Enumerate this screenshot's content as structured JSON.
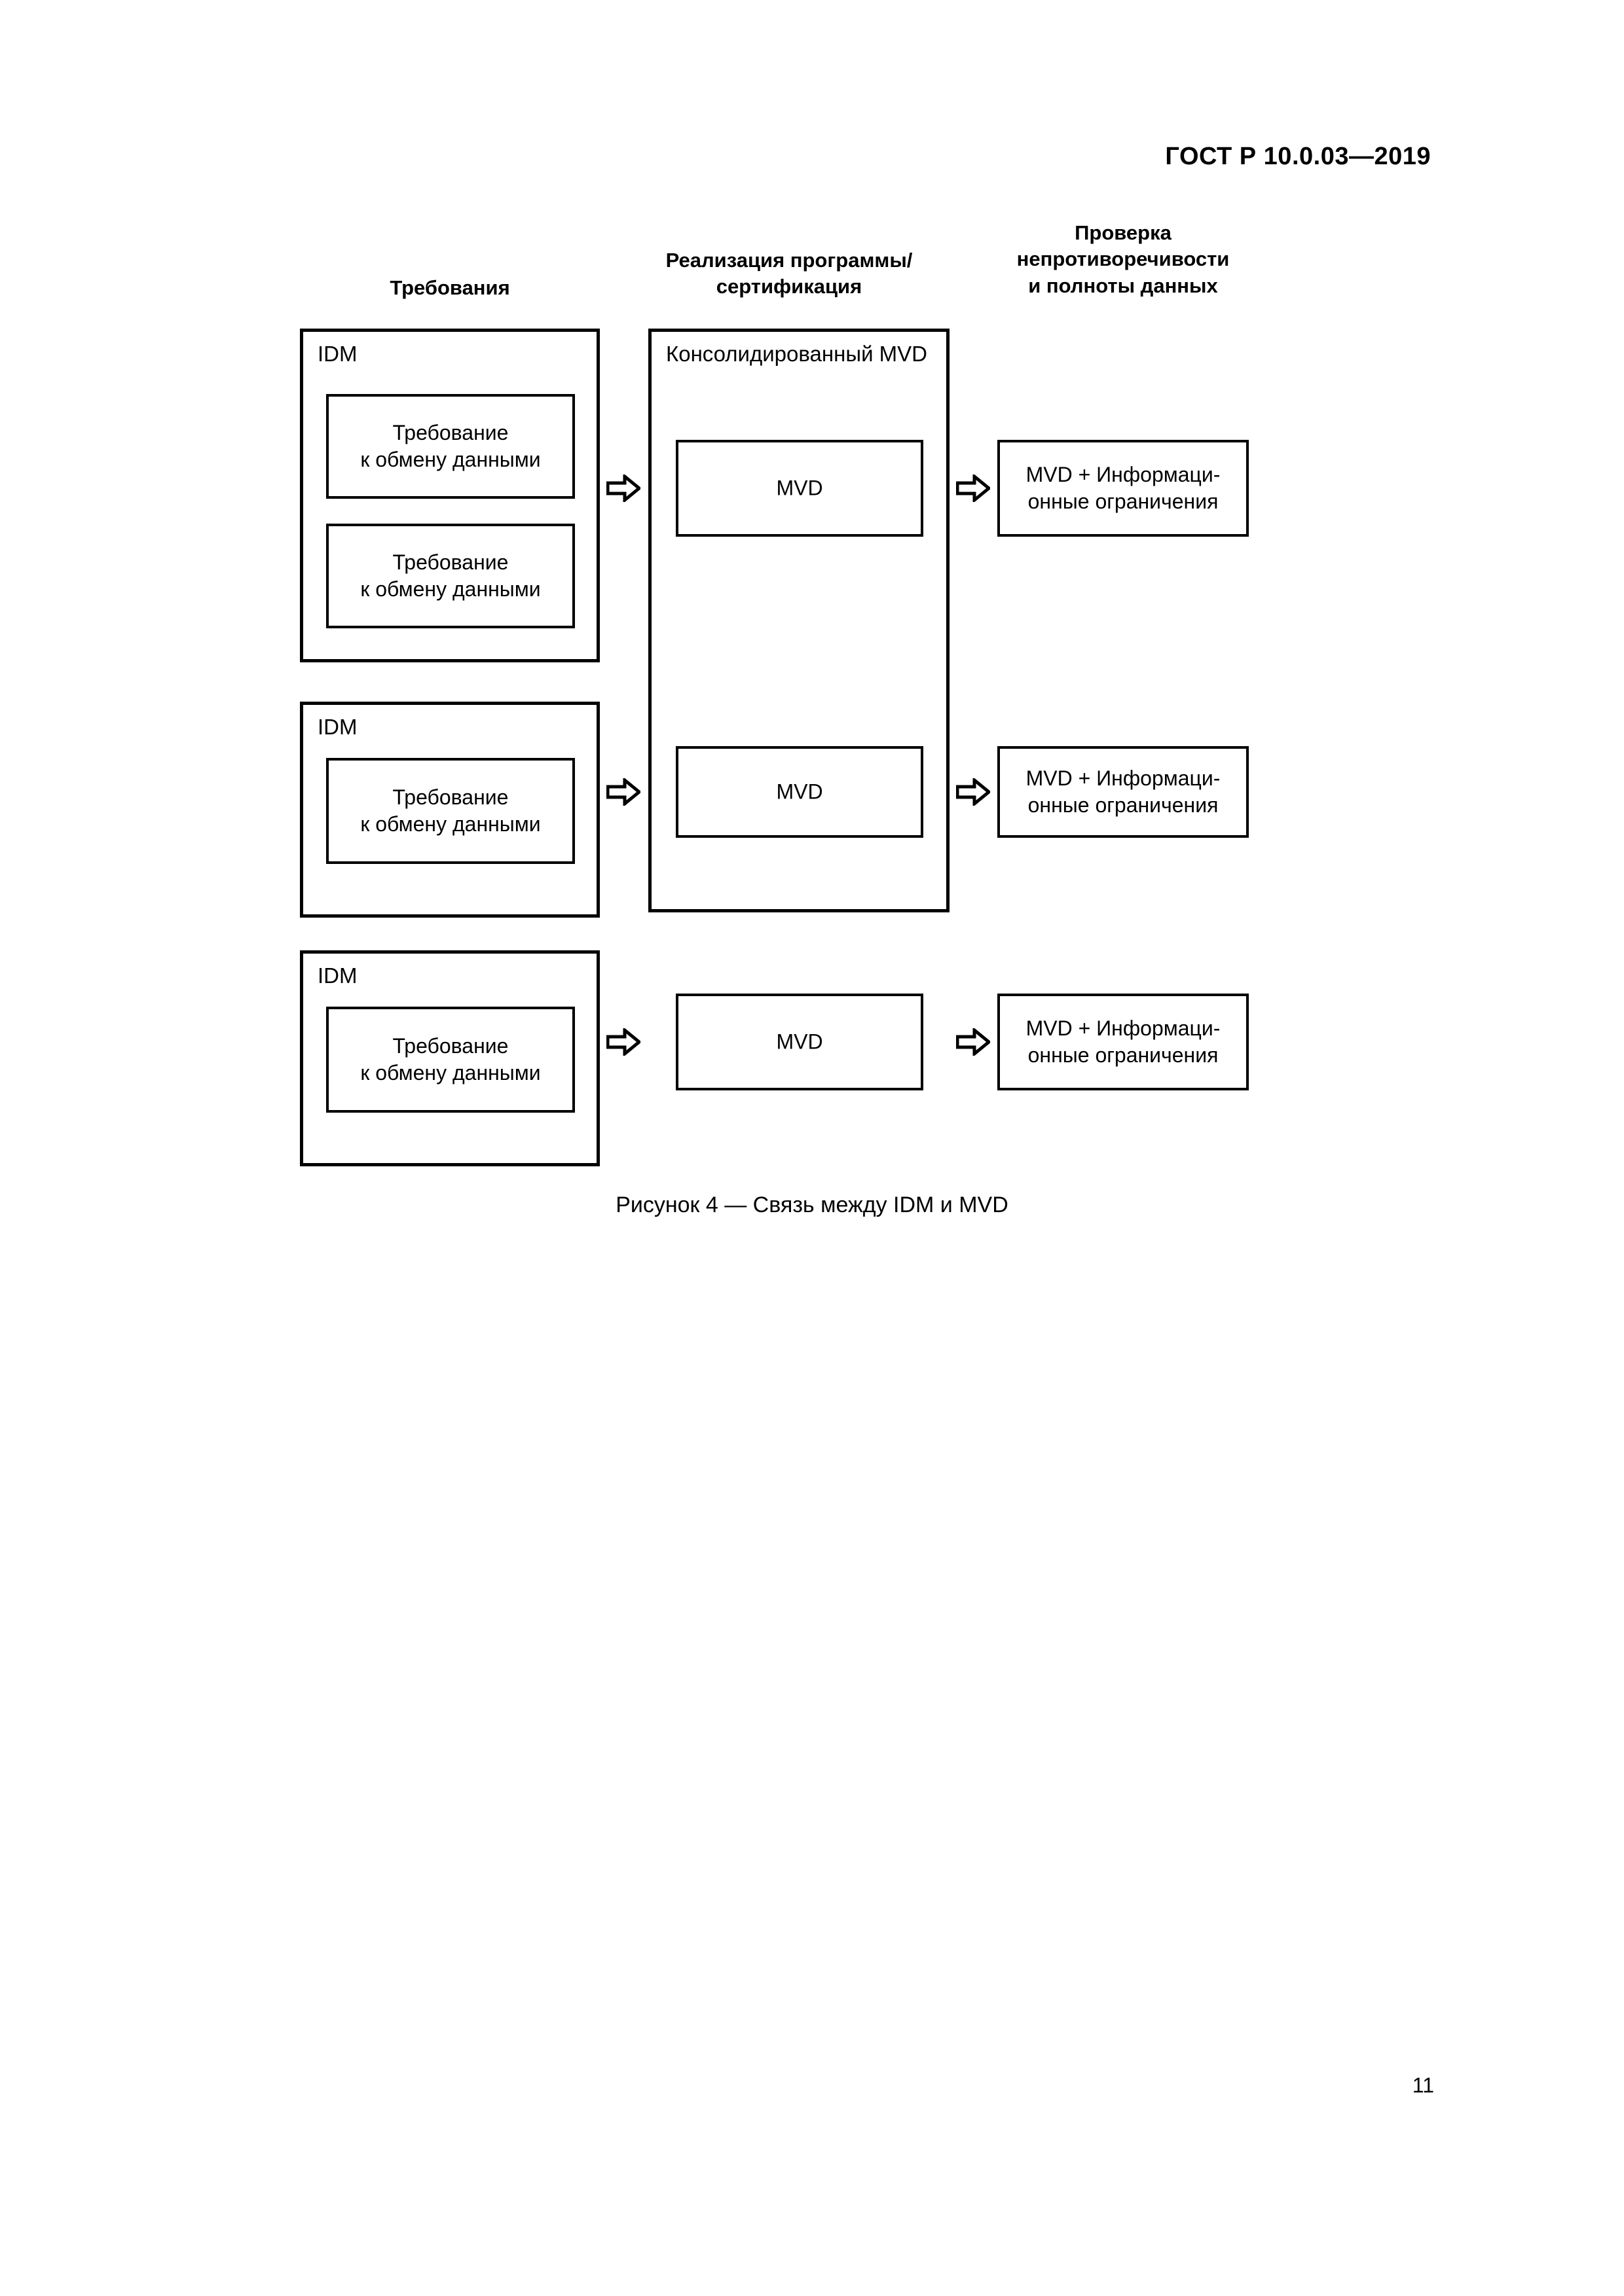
{
  "document": {
    "running_head": "ГОСТ Р 10.0.03—2019",
    "page_number": "11"
  },
  "figure": {
    "caption": "Рисунок 4 — Связь между IDM и MVD",
    "columns": [
      {
        "id": "requirements",
        "title": "Требования"
      },
      {
        "id": "implementation",
        "title_line1": "Реализация программы/",
        "title_line2": "сертификация"
      },
      {
        "id": "validation",
        "title_line1": "Проверка",
        "title_line2": "непротиворечивости",
        "title_line3": "и полноты данных"
      }
    ],
    "consolidated": {
      "label": "Консолидированный MVD"
    },
    "rows": [
      {
        "idm": {
          "label": "IDM",
          "requirements": [
            {
              "line1": "Требование",
              "line2": "к обмену данными"
            },
            {
              "line1": "Требование",
              "line2": "к обмену данными"
            }
          ]
        },
        "mvd": {
          "label": "MVD"
        },
        "result": {
          "line1": "MVD + Информаци-",
          "line2": "онные ограничения"
        }
      },
      {
        "idm": {
          "label": "IDM",
          "requirements": [
            {
              "line1": "Требование",
              "line2": "к обмену данными"
            }
          ]
        },
        "mvd": {
          "label": "MVD"
        },
        "result": {
          "line1": "MVD + Информаци-",
          "line2": "онные ограничения"
        }
      },
      {
        "idm": {
          "label": "IDM",
          "requirements": [
            {
              "line1": "Требование",
              "line2": "к обмену данными"
            }
          ]
        },
        "mvd": {
          "label": "MVD"
        },
        "result": {
          "line1": "MVD + Информаци-",
          "line2": "онные ограничения"
        }
      }
    ],
    "arrow_icon": "right-block-arrow-icon",
    "colors": {
      "ink": "#000000",
      "paper": "#ffffff"
    }
  }
}
